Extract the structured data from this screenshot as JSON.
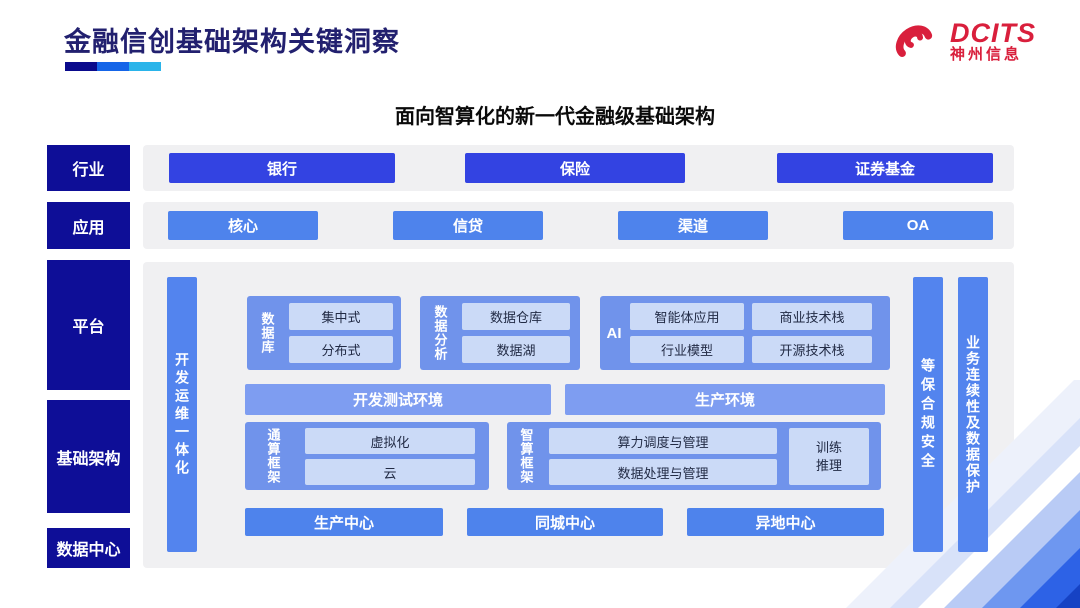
{
  "header": {
    "title": "金融信创基础架构关键洞察"
  },
  "logo": {
    "brand": "DCITS",
    "company": "神州信息"
  },
  "diagram": {
    "subtitle": "面向智算化的新一代金融级基础架构",
    "industry_row": {
      "label": "行业",
      "items": [
        "银行",
        "保险",
        "证券基金"
      ]
    },
    "application_row": {
      "label": "应用",
      "items": [
        "核心",
        "信贷",
        "渠道",
        "OA"
      ]
    },
    "layer_labels": [
      "平台",
      "基础架构",
      "数据中心"
    ],
    "devops_bar": "开发运维一体化",
    "database_group": {
      "label": "数据库",
      "items": [
        "集中式",
        "分布式"
      ]
    },
    "analytics_group": {
      "label": "数据分析",
      "items": [
        "数据仓库",
        "数据湖"
      ]
    },
    "ai_group": {
      "label": "AI",
      "items": [
        "智能体应用",
        "商业技术栈",
        "行业模型",
        "开源技术栈"
      ]
    },
    "environments": [
      "开发测试环境",
      "生产环境"
    ],
    "general_compute_group": {
      "label": "通算框架",
      "items": [
        "虚拟化",
        "云"
      ]
    },
    "ai_compute_group": {
      "label": "智算框架",
      "items": [
        "算力调度与管理",
        "数据处理与管理"
      ],
      "side_item": "训练推理"
    },
    "centers": [
      "生产中心",
      "同城中心",
      "异地中心"
    ],
    "security_bar": "等保合规安全",
    "continuity_bar": "业务连续性及数据保护"
  },
  "colors": {
    "title_navy": "#22206f",
    "brand_red": "#d91f3c",
    "layer_label_navy": "#0e0e97",
    "industry_blue": "#3343e2",
    "application_blue": "#4e83ec",
    "panel_gray": "#f0f0f2",
    "group_blue": "#7093eb",
    "chip_light_blue": "#cbdaf7",
    "env_blue": "#7e9df1",
    "pillar_blue": "#5384ee",
    "underline_segments": [
      "#0a0a8c",
      "#1565e8",
      "#2ab4ea"
    ]
  }
}
